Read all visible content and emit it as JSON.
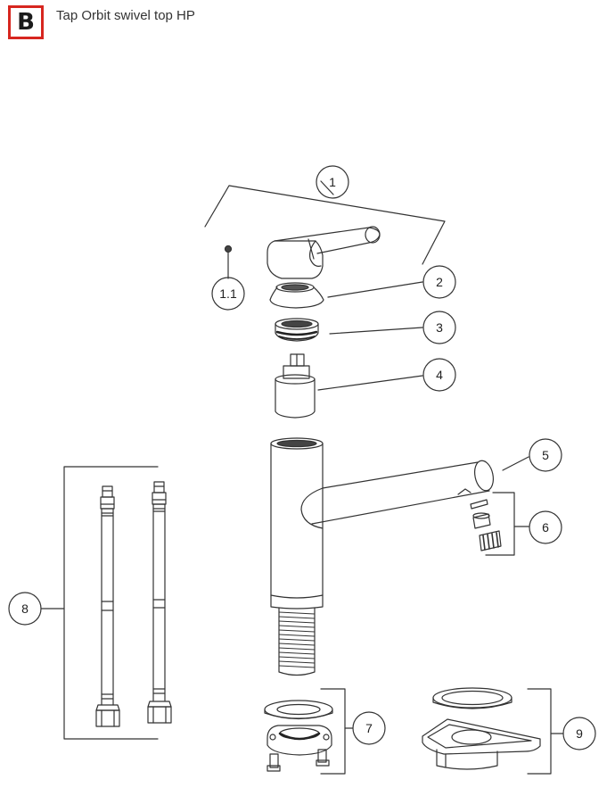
{
  "header": {
    "badge": "B",
    "title": "Tap Orbit swivel top HP"
  },
  "callouts": {
    "c1": "1",
    "c1_1": "1.1",
    "c2": "2",
    "c3": "3",
    "c4": "4",
    "c5": "5",
    "c6": "6",
    "c7": "7",
    "c8": "8",
    "c9": "9"
  }
}
